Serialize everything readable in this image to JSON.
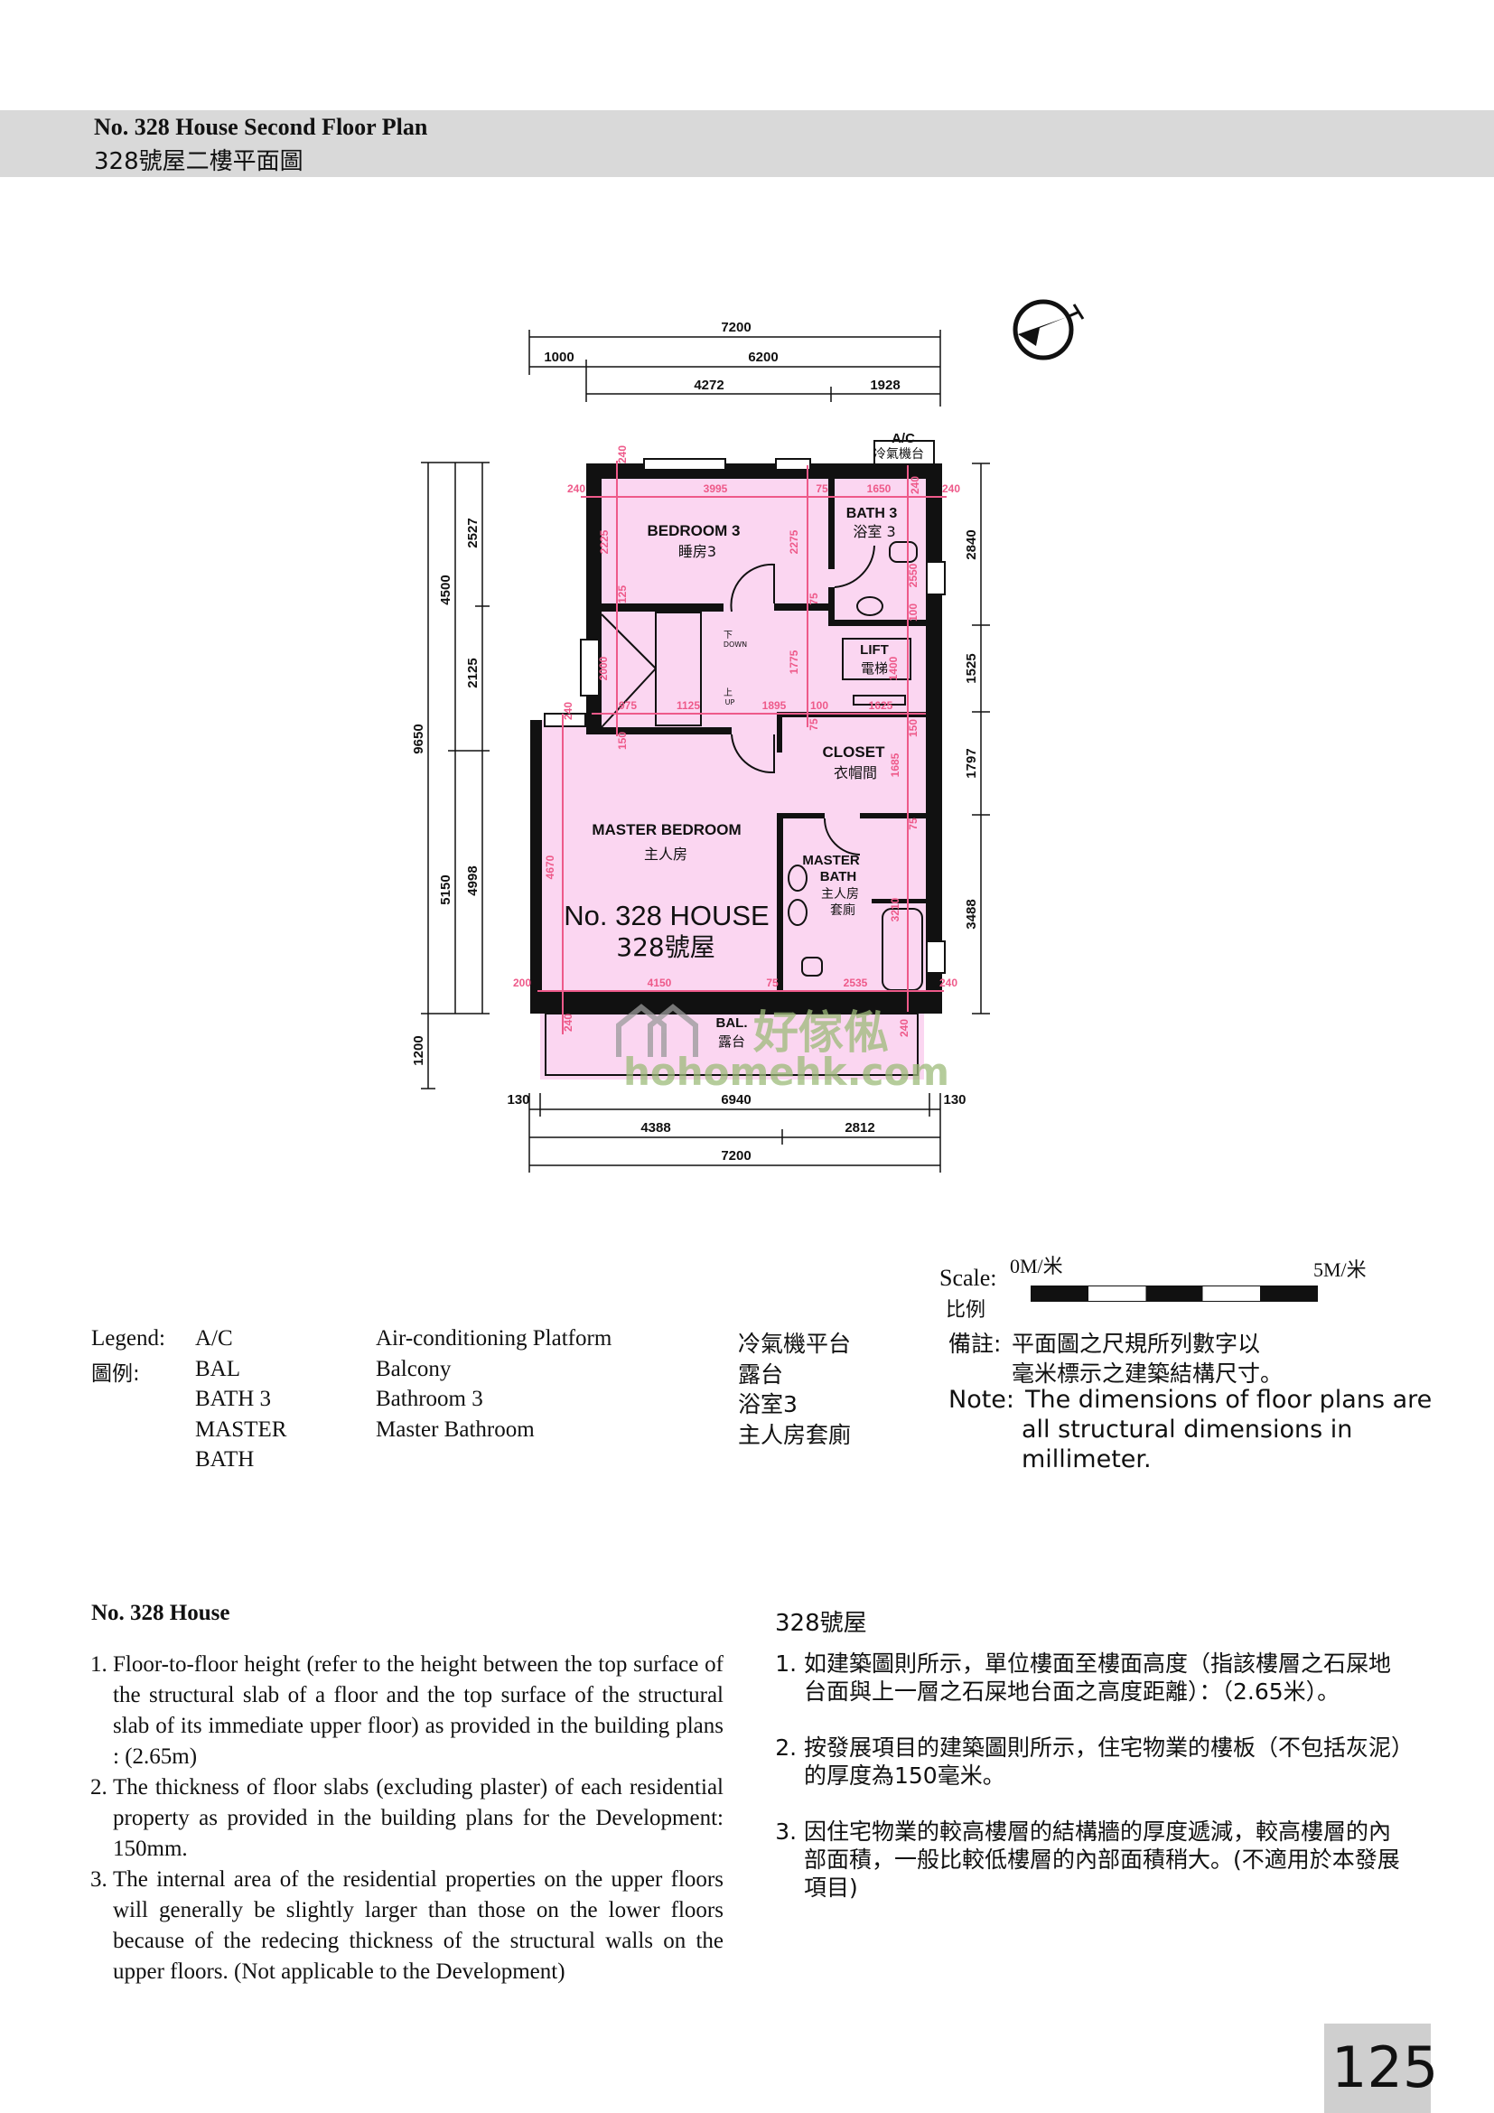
{
  "header": {
    "title_en": "No. 328 House Second Floor Plan",
    "title_zh": "328號屋二樓平面圖"
  },
  "plan": {
    "outer_dims": [
      "7200",
      "1000",
      "6200",
      "4272",
      "1928",
      "9650",
      "4500",
      "5150",
      "1200",
      "2527",
      "2125",
      "4998",
      "2840",
      "1525",
      "1797",
      "3488",
      "130",
      "6940",
      "130",
      "4388",
      "2812",
      "7200"
    ],
    "inner_dims": [
      "240",
      "240",
      "3995",
      "75",
      "1650",
      "240",
      "240",
      "2225",
      "2275",
      "2550",
      "125",
      "75",
      "100",
      "2000",
      "1775",
      "1400",
      "240",
      "975",
      "1125",
      "1895",
      "100",
      "1625",
      "75",
      "150",
      "150",
      "1685",
      "75",
      "4670",
      "3210",
      "200",
      "4150",
      "75",
      "2535",
      "240",
      "240",
      "240"
    ],
    "rooms": {
      "bedroom3_en": "BEDROOM 3",
      "bedroom3_zh": "睡房3",
      "bath3_en": "BATH 3",
      "bath3_zh": "浴室 3",
      "lift_en": "LIFT",
      "lift_zh": "電梯",
      "down_zh": "下",
      "down_en": "DOWN",
      "up_zh": "上",
      "up_en": "UP",
      "ac_en": "A/C",
      "ac_zh": "冷氣機台",
      "closet_en": "CLOSET",
      "closet_zh": "衣帽間",
      "master_bedroom_en": "MASTER BEDROOM",
      "master_bedroom_zh": "主人房",
      "master_bath_en1": "MASTER",
      "master_bath_en2": "BATH",
      "master_bath_zh1": "主人房",
      "master_bath_zh2": "套廁",
      "house_en": "No. 328 HOUSE",
      "house_zh": "328號屋",
      "bal_en": "BAL.",
      "bal_zh": "露台"
    },
    "watermark": {
      "zh": "好傢俬",
      "url": "hohomehk.com"
    },
    "compass_icon": "north-arrow-icon"
  },
  "scale": {
    "label_en": "Scale:",
    "label_zh": "比例",
    "start": "0M/米",
    "end": "5M/米"
  },
  "legend": {
    "label_en": "Legend:",
    "label_zh": "圖例:",
    "items": [
      {
        "abbr": "A/C",
        "en": "Air-conditioning Platform",
        "zh": "冷氣機平台"
      },
      {
        "abbr": "BAL",
        "en": "Balcony",
        "zh": "露台"
      },
      {
        "abbr": "BATH 3",
        "en": "Bathroom 3",
        "zh": "浴室3"
      },
      {
        "abbr": "MASTER",
        "en": "Master Bathroom",
        "zh": "主人房套廁"
      },
      {
        "abbr": "BATH",
        "en": "",
        "zh": ""
      }
    ]
  },
  "remark": {
    "zh_label": "備註:",
    "zh_line1": "平面圖之尺規所列數字以",
    "zh_line2": "毫米標示之建築結構尺寸。",
    "en_label": "Note:",
    "en_line1": "The dimensions of floor plans are",
    "en_line2": "all structural dimensions in",
    "en_line3": "millimeter."
  },
  "notes_en": {
    "title": "No. 328 House",
    "items": [
      "Floor-to-floor height (refer to the height between the top surface of the structural slab of a floor and the top surface of the structural slab of its immediate upper floor) as provided in the building plans : (2.65m)",
      "The thickness of floor slabs (excluding plaster) of each residential  property as provided in the building plans for the Development: 150mm.",
      "The internal area of the residential properties on the upper floors will generally be slightly larger than those on the lower floors because of the redecing thickness of the structural walls on the upper floors. (Not applicable to the Development)"
    ]
  },
  "notes_zh": {
    "title": "328號屋",
    "items": [
      "如建築圖則所示，單位樓面至樓面高度（指該樓層之石屎地台面與上一層之石屎地台面之高度距離）：（2.65米）。",
      "按發展項目的建築圖則所示，住宅物業的樓板（不包括灰泥）的厚度為150毫米。",
      "因住宅物業的較高樓層的結構牆的厚度遞減，較高樓層的內部面積，一般比較低樓層的內部面積稍大。(不適用於本發展項目)"
    ]
  },
  "page_number": "125",
  "colors": {
    "room_fill": "#fbd6f1",
    "dim_pink": "#ee5a8a",
    "header_bg": "#d9d9d9",
    "watermark": "#9dbb7a"
  }
}
